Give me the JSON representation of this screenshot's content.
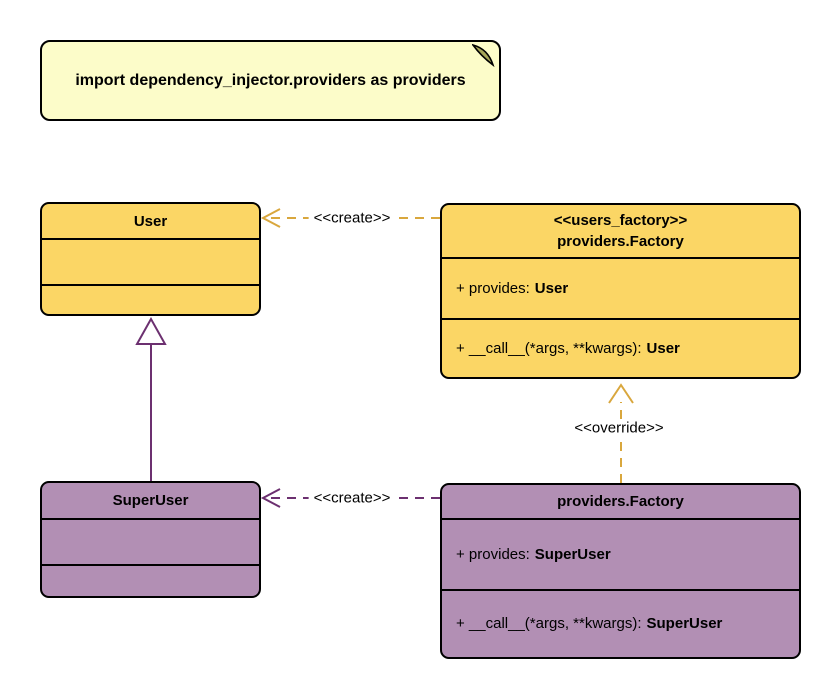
{
  "note": {
    "text": "import dependency_injector.providers as providers"
  },
  "classes": {
    "user": {
      "name": "User"
    },
    "users_factory": {
      "stereotype": "<<users_factory>>",
      "name": "providers.Factory",
      "provides_prefix": "+ provides:",
      "provides_type": "User",
      "call_prefix": "+ __call__(*args, **kwargs):",
      "call_type": "User"
    },
    "super_user": {
      "name": "SuperUser"
    },
    "super_users_factory": {
      "name": "providers.Factory",
      "provides_prefix": "+ provides:",
      "provides_type": "SuperUser",
      "call_prefix": "+ __call__(*args, **kwargs):",
      "call_type": "SuperUser"
    }
  },
  "edges": {
    "create_user": {
      "label": "<<create>>"
    },
    "create_super_user": {
      "label": "<<create>>"
    },
    "override": {
      "label": "<<override>>"
    }
  },
  "colors": {
    "class_yellow": "#FBD665",
    "class_purple": "#B28FB4",
    "note_yellow": "#FCFCC9",
    "note_fold": "#A5A558",
    "arrow_gold": "#D9A73D",
    "arrow_purple": "#6C3070",
    "line_black": "#000000"
  }
}
